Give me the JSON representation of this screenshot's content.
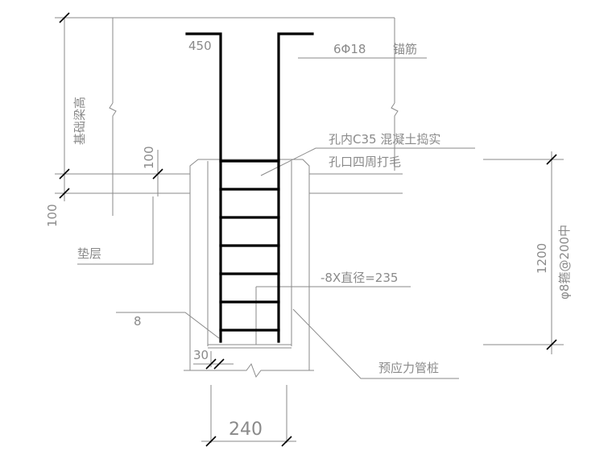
{
  "labels": {
    "beam_height": "基础梁高",
    "dim_450": "450",
    "rebar": "6Φ18",
    "anchor": "锚筋",
    "concrete_line1": "孔内C35 混凝土捣实",
    "concrete_line2": "孔口四周打毛",
    "dim_100_upper": "100",
    "dim_100_lower": "100",
    "cushion": "垫层",
    "dim_1200": "1200",
    "stirrup": "φ8箍@200中",
    "plate": "-8X直径=235",
    "dim_8": "8",
    "dim_30": "30",
    "pile": "预应力管桩",
    "dim_240": "240"
  },
  "colors": {
    "line": "#8a8a8a",
    "rebar": "#000000"
  }
}
